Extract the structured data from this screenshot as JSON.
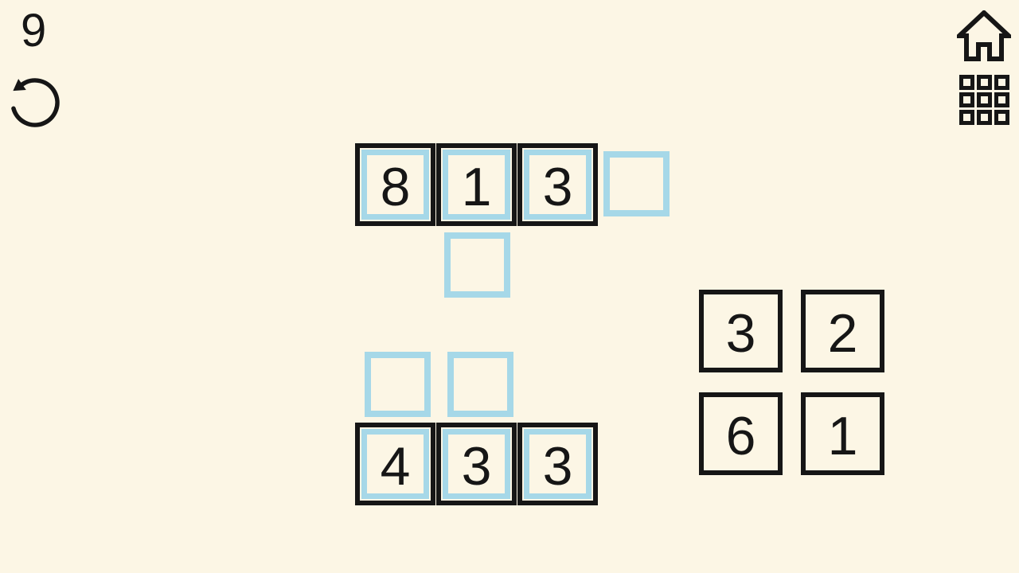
{
  "hud": {
    "level": "9"
  },
  "icons": {
    "undo": "undo-icon",
    "home": "home-icon",
    "levels": "grid-icon"
  },
  "colors": {
    "background": "#FCF6E5",
    "line": "#161616",
    "slot_blue": "#A6D8E8"
  },
  "puzzle": {
    "top_piece": {
      "cells": [
        "8",
        "1",
        "3"
      ]
    },
    "bottom_piece": {
      "cells": [
        "4",
        "3",
        "3"
      ]
    },
    "tray_tiles": [
      "3",
      "2",
      "6",
      "1"
    ]
  }
}
